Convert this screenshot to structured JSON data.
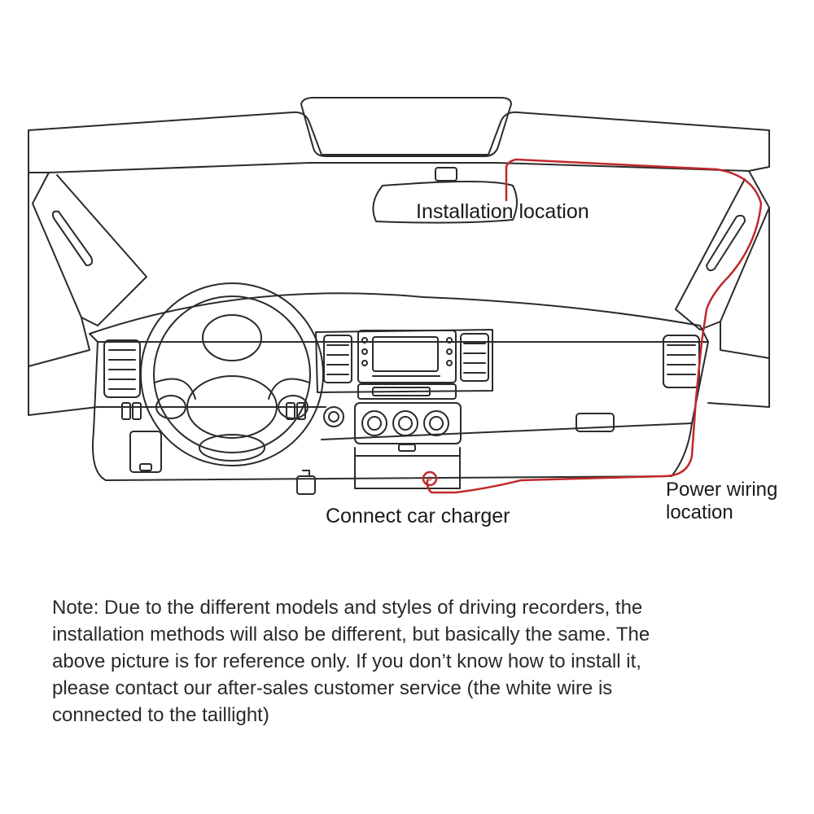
{
  "labels": {
    "installation": "Installation location",
    "charger": "Connect car charger",
    "power_line1": "Power wiring",
    "power_line2": "location"
  },
  "note_lines": [
    "Note: Due to the different models and styles of driving recorders, the",
    "installation methods will also be different, but basically the same. The",
    "above picture is for reference only. If you don’t know how to install it,",
    "please contact our after-sales customer service (the white wire is",
    "connected to the taillight)"
  ],
  "colors": {
    "line": "#2b2b2b",
    "wire": "#c0282a"
  }
}
